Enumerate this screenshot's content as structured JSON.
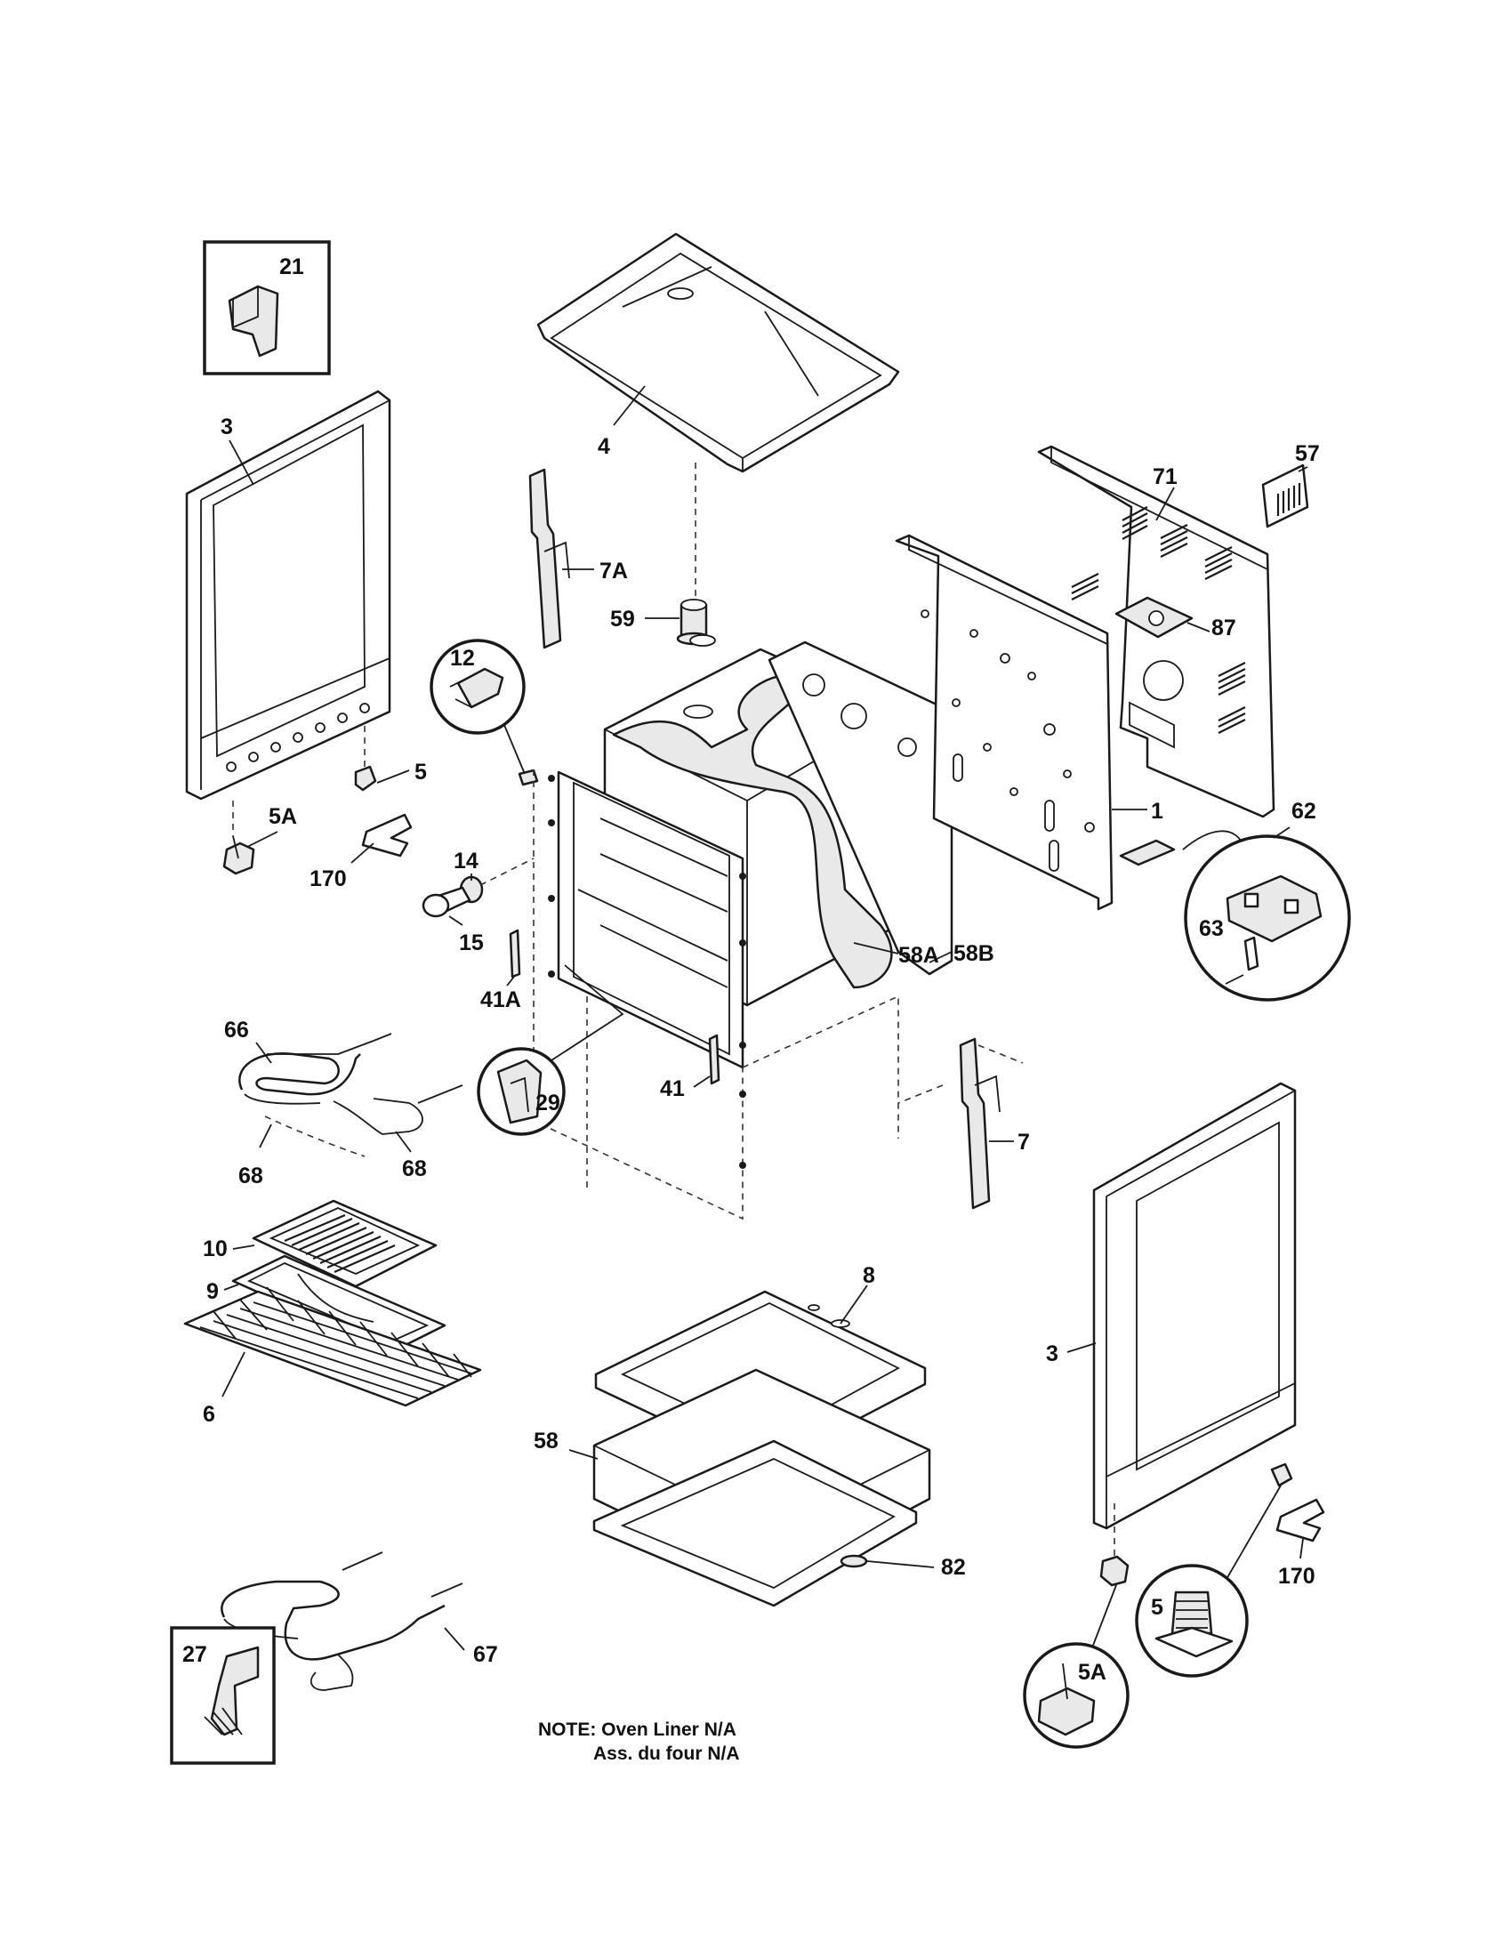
{
  "parts": {
    "p1": "1",
    "p3_left": "3",
    "p3_right": "3",
    "p4": "4",
    "p5_left": "5",
    "p5_right": "5",
    "p5a_left": "5A",
    "p5a_right": "5A",
    "p6": "6",
    "p7": "7",
    "p7a": "7A",
    "p8": "8",
    "p9": "9",
    "p10": "10",
    "p12": "12",
    "p14": "14",
    "p15": "15",
    "p21": "21",
    "p27": "27",
    "p29": "29",
    "p41": "41",
    "p41a": "41A",
    "p57": "57",
    "p58": "58",
    "p58a": "58A",
    "p58b": "58B",
    "p59": "59",
    "p62": "62",
    "p63": "63",
    "p66": "66",
    "p67": "67",
    "p68_left": "68",
    "p68_right": "68",
    "p71": "71",
    "p82": "82",
    "p87": "87",
    "p170_left": "170",
    "p170_right": "170"
  },
  "note": {
    "line1": "NOTE: Oven Liner N/A",
    "line2": "Ass. du four N/A"
  }
}
